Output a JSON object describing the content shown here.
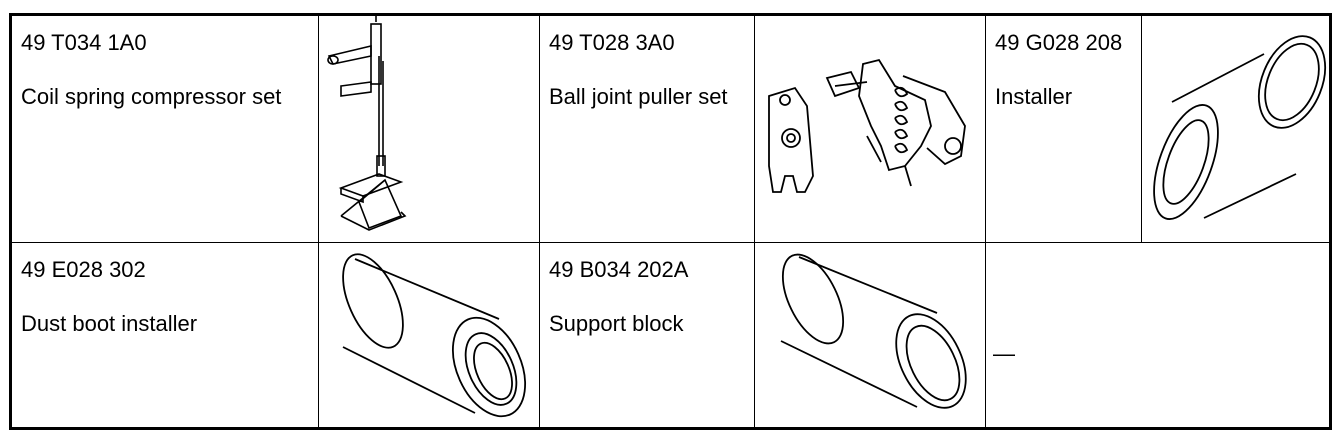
{
  "table": {
    "rows": [
      [
        {
          "part_number": "49 T034 1A0",
          "name": "Coil spring compressor set",
          "illustration": "coil-spring-compressor-drawing"
        },
        {
          "part_number": "49 T028 3A0",
          "name": "Ball joint puller set",
          "illustration": "ball-joint-puller-drawing"
        },
        {
          "part_number": "49 G028 208",
          "name": "Installer",
          "illustration": "installer-flanged-sleeve-drawing"
        }
      ],
      [
        {
          "part_number": "49 E028 302",
          "name": "Dust boot installer",
          "illustration": "dust-boot-installer-sleeve-drawing"
        },
        {
          "part_number": "49 B034 202A",
          "name": "Support block",
          "illustration": "support-block-sleeve-drawing"
        },
        {
          "part_number": "",
          "name": "",
          "placeholder": "—"
        }
      ]
    ]
  }
}
